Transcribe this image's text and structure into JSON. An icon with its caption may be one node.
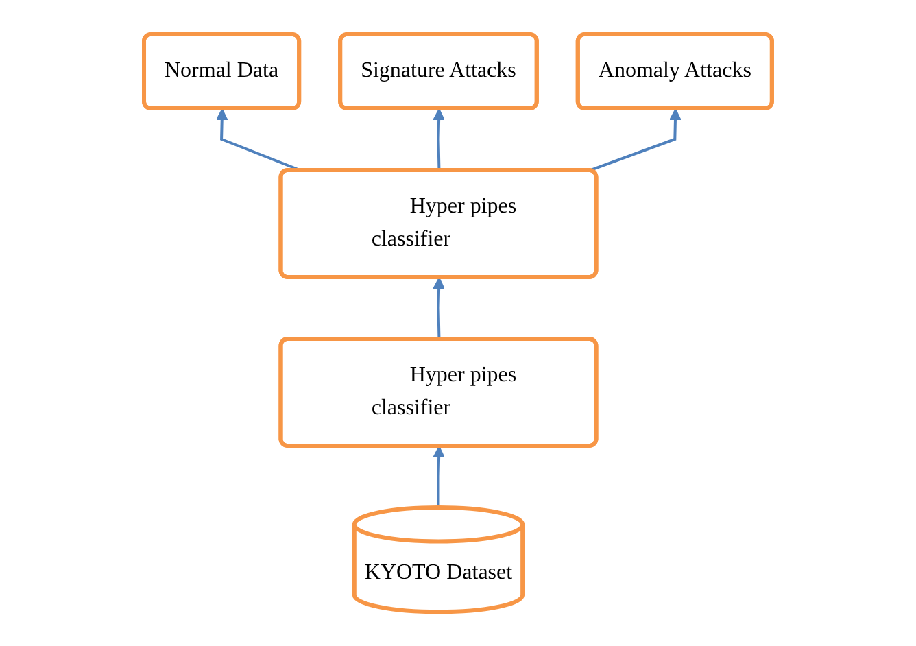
{
  "diagram": {
    "nodes": [
      {
        "text": [
          "Normal Data"
        ]
      },
      {
        "text": [
          "Signature Attacks"
        ]
      },
      {
        "text": [
          "Anomaly Attacks"
        ]
      },
      {
        "text": [
          "Hyper pipes classifier"
        ]
      },
      {
        "text": [
          "Hyper pipes classifier"
        ]
      },
      {
        "text": [
          "KYOTO Dataset"
        ]
      }
    ],
    "edges": [
      {
        "from": 3,
        "to": 0,
        "arrow": "to"
      },
      {
        "from": 3,
        "to": 1,
        "arrow": "to"
      },
      {
        "from": 3,
        "to": 2,
        "arrow": "to"
      },
      {
        "from": 4,
        "to": 3,
        "arrow": "to"
      },
      {
        "from": 5,
        "to": 4,
        "arrow": "to"
      }
    ]
  }
}
